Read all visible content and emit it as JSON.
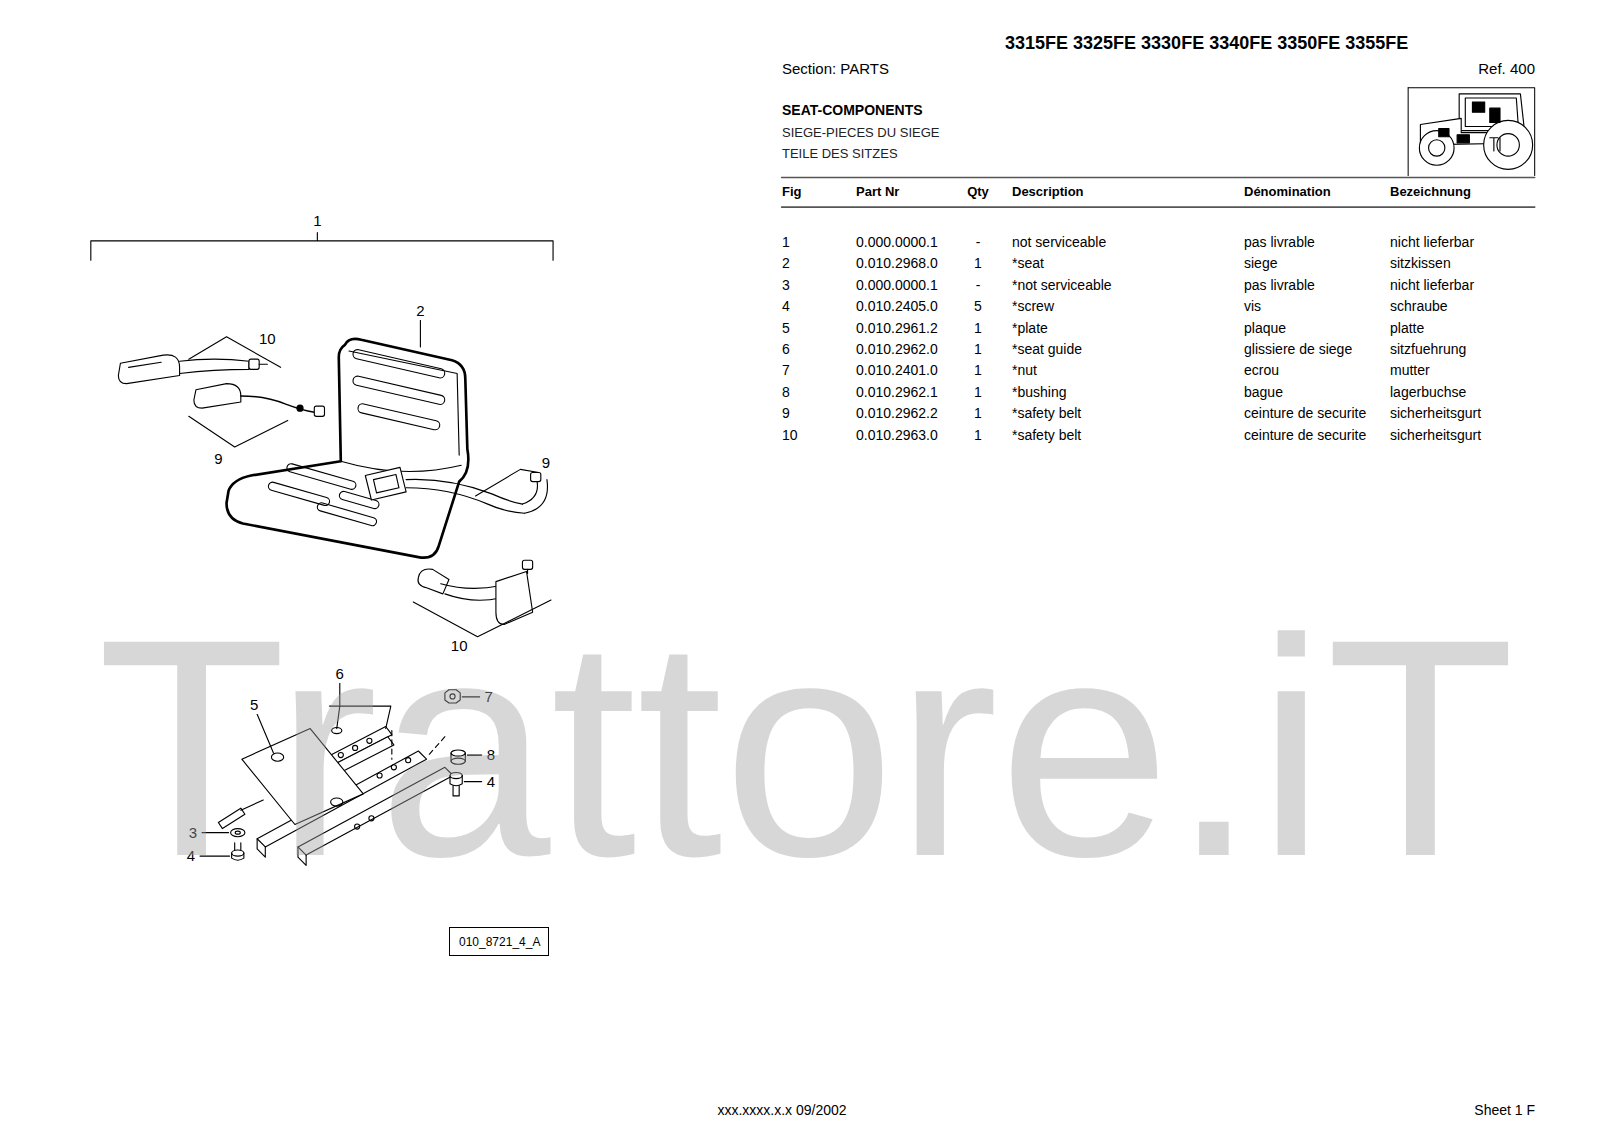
{
  "diagram": {
    "title": "SEAT-COMPONENTS",
    "nodes": [
      {
        "text": [
          "010_8721_4_A"
        ]
      }
    ],
    "labels": [
      "3315FE 3325FE 3330FE 3340FE 3350FE 3355FE",
      "Section: PARTS",
      "Ref. 400",
      "SIEGE-PIECES DU SIEGE",
      "TEILE DES SITZES",
      "Fig",
      "Part Nr",
      "Qty",
      "Description",
      "Dénomination",
      "Bezeichnung",
      "1",
      "0.000.0000.1",
      "-",
      "not serviceable",
      "pas livrable",
      "nicht lieferbar",
      "2",
      "0.010.2968.0",
      "1",
      "*seat",
      "siege",
      "sitzkissen",
      "3",
      "0.000.0000.1",
      "-",
      "*not serviceable",
      "pas livrable",
      "nicht lieferbar",
      "4",
      "0.010.2405.0",
      "5",
      "*screw",
      "vis",
      "schraube",
      "5",
      "0.010.2961.2",
      "1",
      "*plate",
      "plaque",
      "platte",
      "6",
      "0.010.2962.0",
      "1",
      "*seat guide",
      "glissiere de siege",
      "sitzfuehrung",
      "7",
      "0.010.2401.0",
      "1",
      "*nut",
      "ecrou",
      "mutter",
      "8",
      "0.010.2962.1",
      "1",
      "*bushing",
      "bague",
      "lagerbuchse",
      "9",
      "0.010.2962.2",
      "1",
      "*safety belt",
      "ceinture de securite",
      "sicherheitsgurt",
      "10",
      "0.010.2963.0",
      "1",
      "*safety belt",
      "ceinture de securite",
      "sicherheitsgurt",
      "1",
      "2",
      "10",
      "9",
      "9",
      "10",
      "6",
      "5",
      "7",
      "8",
      "4",
      "3",
      "4",
      "Trattore.iT",
      "xxx.xxxx.x.x 09/2002",
      "Sheet 1 F"
    ]
  }
}
